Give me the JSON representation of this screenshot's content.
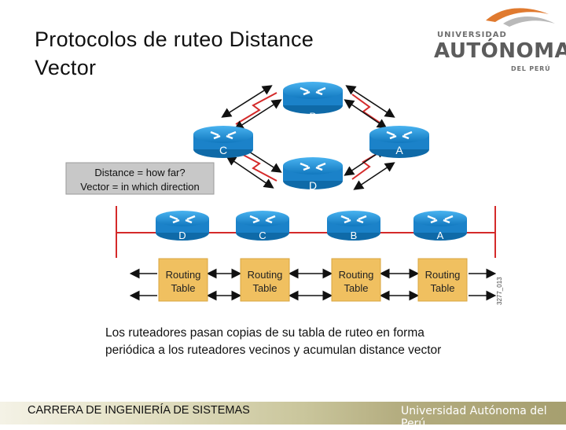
{
  "slide": {
    "title_line1": "Protocolos de ruteo Distance",
    "title_line2": "Vector",
    "caption_line1": "Los ruteadores pasan copias de su tabla de ruteo en forma",
    "caption_line2": "periódica a los ruteadores vecinos y acumulan distance vector"
  },
  "logo": {
    "top": "UNIVERSIDAD",
    "mid": "AUTÓNOMA",
    "bot": "DEL PERÚ",
    "accent_color": "#e07a2f",
    "text_color": "#6f6f6f"
  },
  "diagram": {
    "legend_line1": "Distance = how far?",
    "legend_line2": "Vector = in which direction",
    "top_routers": [
      "B",
      "C",
      "A",
      "D"
    ],
    "line_routers": [
      "D",
      "C",
      "B",
      "A"
    ],
    "routing_tables": [
      "Routing\nTable",
      "Routing\nTable",
      "Routing\nTable",
      "Routing\nTable"
    ],
    "table_line1": "Routing",
    "table_line2": "Table",
    "figure_code": "3277_013",
    "router_color": "#1a8fd6",
    "link_color": "#d42a2a",
    "table_color": "#f0c060"
  },
  "footer": {
    "left_text": "CARRERA DE INGENIERÍA DE SISTEMAS",
    "right_text": "Universidad Autónoma del Perú"
  }
}
